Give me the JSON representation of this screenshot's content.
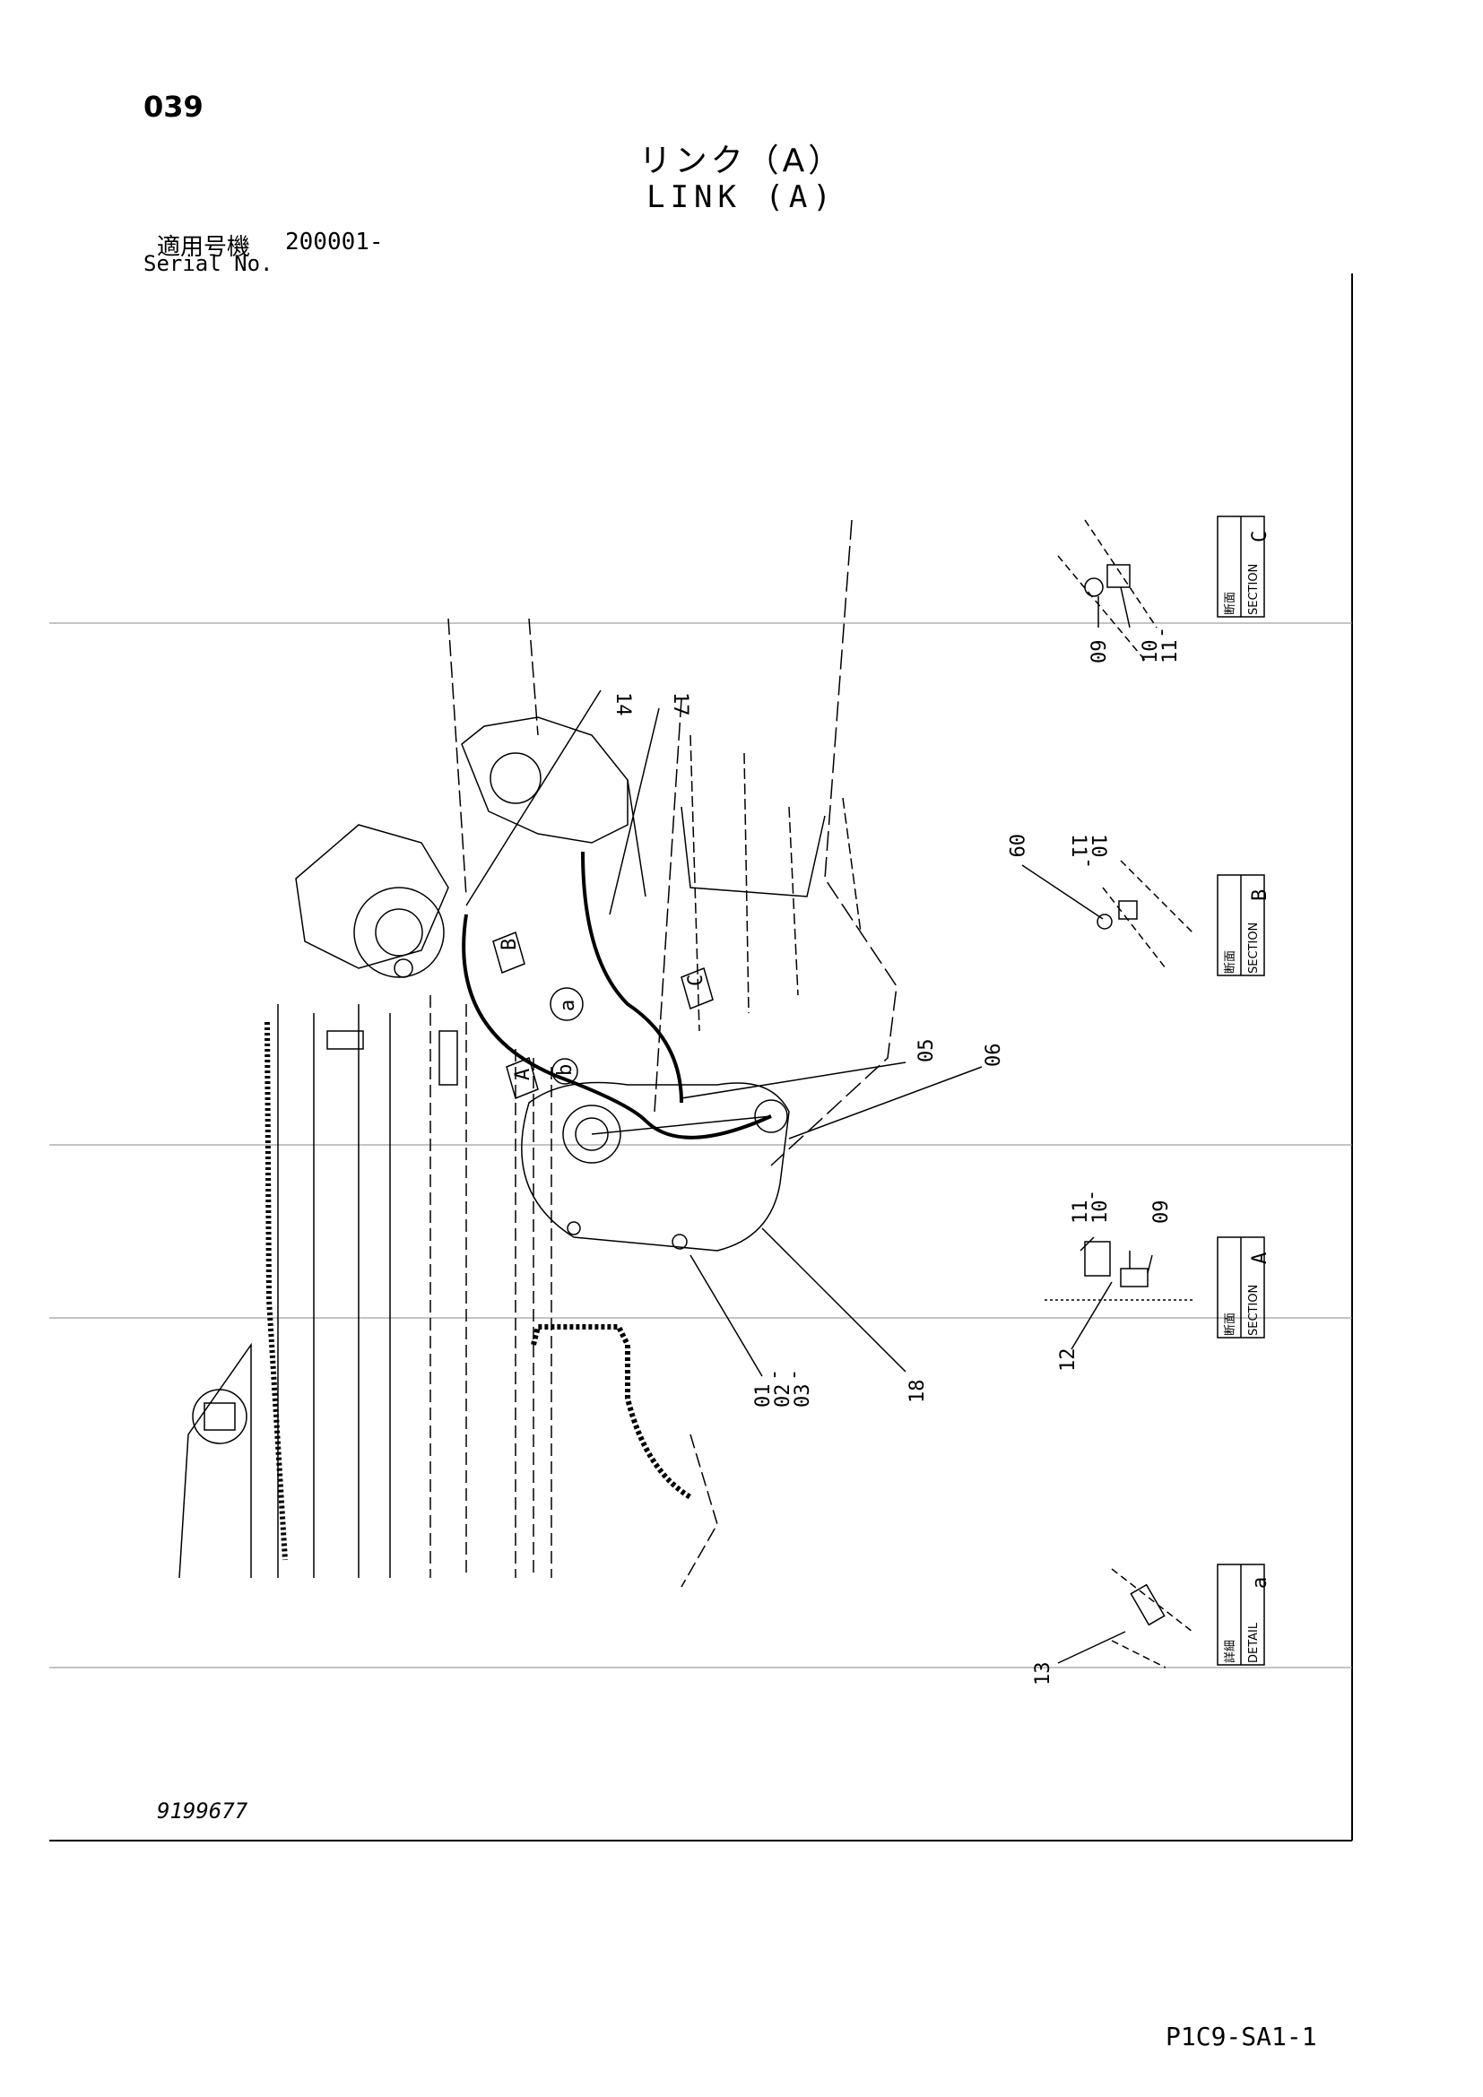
{
  "header": {
    "page_number": "039",
    "title_jp": "リンク（A）",
    "title_en": "LINK (A)",
    "serial_label_jp": "適用号機",
    "serial_value": "200001-",
    "serial_label_en": "Serial No."
  },
  "views": {
    "section_c": {
      "jp": "断面",
      "en": "SECTION",
      "letter": "C"
    },
    "section_b": {
      "jp": "断面",
      "en": "SECTION",
      "letter": "B"
    },
    "section_a": {
      "jp": "断面",
      "en": "SECTION",
      "letter": "A"
    },
    "detail_a": {
      "jp": "詳細",
      "en": "DETAIL",
      "letter": "a"
    }
  },
  "callouts": {
    "c14": "14",
    "c17": "17",
    "c05": "05",
    "c06": "06",
    "c01": "01",
    "c02": "02",
    "c03": "03",
    "c18": "18",
    "c09_c": "09",
    "c10_c": "10",
    "c11_c": "11",
    "c09_b": "09",
    "c11_b": "11",
    "c10_b": "10",
    "c11_a": "11",
    "c10_a": "10",
    "c09_a": "09",
    "c12": "12",
    "c13": "13",
    "dash": "-",
    "marker_a": "A",
    "marker_b": "B",
    "marker_c": "C",
    "detail_a": "a",
    "detail_b": "b"
  },
  "footer": {
    "drawing_number": "9199677",
    "sheet_code": "P1C9-SA1-1"
  }
}
